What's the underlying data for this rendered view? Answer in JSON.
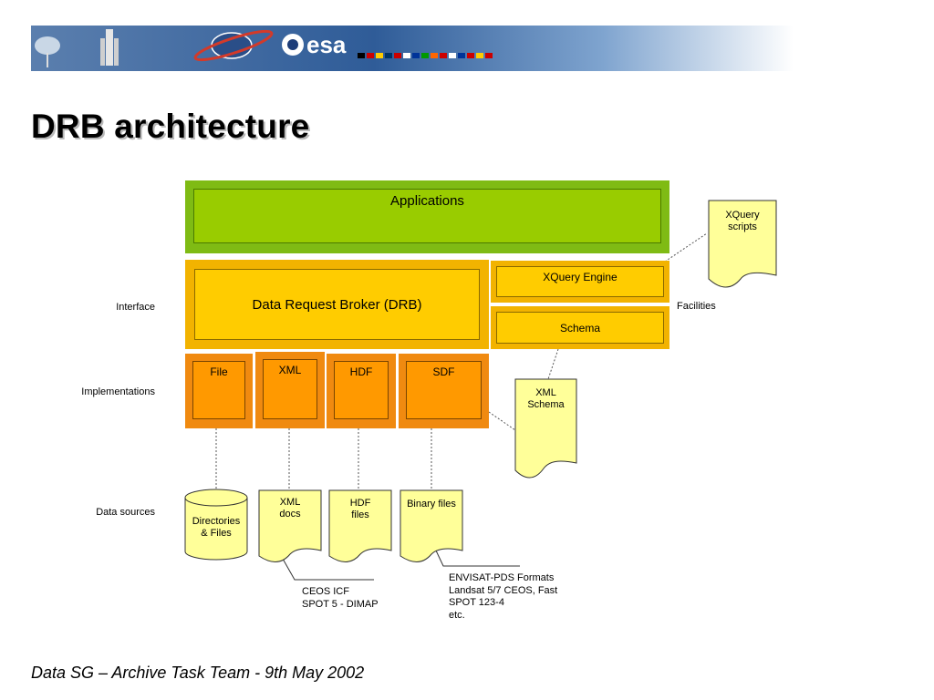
{
  "title": "DRB architecture",
  "footer": "Data SG – Archive Task Team - 9th May 2002",
  "banner": {
    "logo_text": "esa"
  },
  "layers": {
    "interface": "Interface",
    "implementations": "Implementations",
    "data_sources": "Data sources",
    "facilities": "Facilities"
  },
  "blocks": {
    "applications": "Applications",
    "drb": "Data Request Broker (DRB)",
    "xquery_engine": "XQuery Engine",
    "schema": "Schema"
  },
  "implementations": [
    "File",
    "XML",
    "HDF",
    "SDF"
  ],
  "documents": {
    "xquery_scripts": [
      "XQuery",
      "scripts"
    ],
    "xml_schema": [
      "XML",
      "Schema"
    ],
    "xml_docs": [
      "XML",
      "docs"
    ],
    "hdf_files": [
      "HDF",
      "files"
    ],
    "binary_files": [
      "Binary files"
    ],
    "directories": [
      "Directories",
      "& Files"
    ]
  },
  "notes": {
    "ceos": [
      "CEOS ICF",
      "SPOT 5 - DIMAP"
    ],
    "envisat": [
      "ENVISAT-PDS Formats",
      "Landsat 5/7 CEOS, Fast",
      "SPOT 123-4",
      "etc."
    ]
  },
  "colors": {
    "applications": "#99cc00",
    "drb": "#ffcc00",
    "implementation": "#ff9900",
    "document": "#ffff99"
  }
}
